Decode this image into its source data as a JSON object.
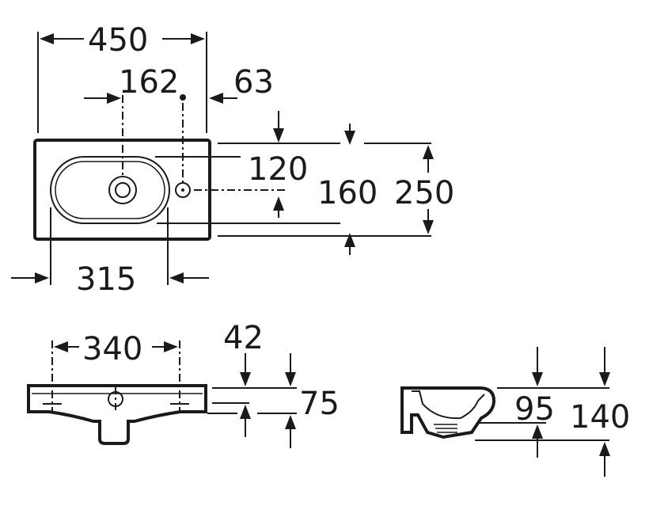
{
  "top_view": {
    "overall_width": "450",
    "left_to_tap": "162",
    "tap_to_right": "63",
    "bowl_width": "315",
    "bowl_depth": "120",
    "inner_depth": "160",
    "overall_depth": "250"
  },
  "front_view": {
    "fixing_spacing": "340",
    "top_offset": "42",
    "height": "75"
  },
  "side_view": {
    "bowl_depth": "95",
    "height": "140"
  }
}
